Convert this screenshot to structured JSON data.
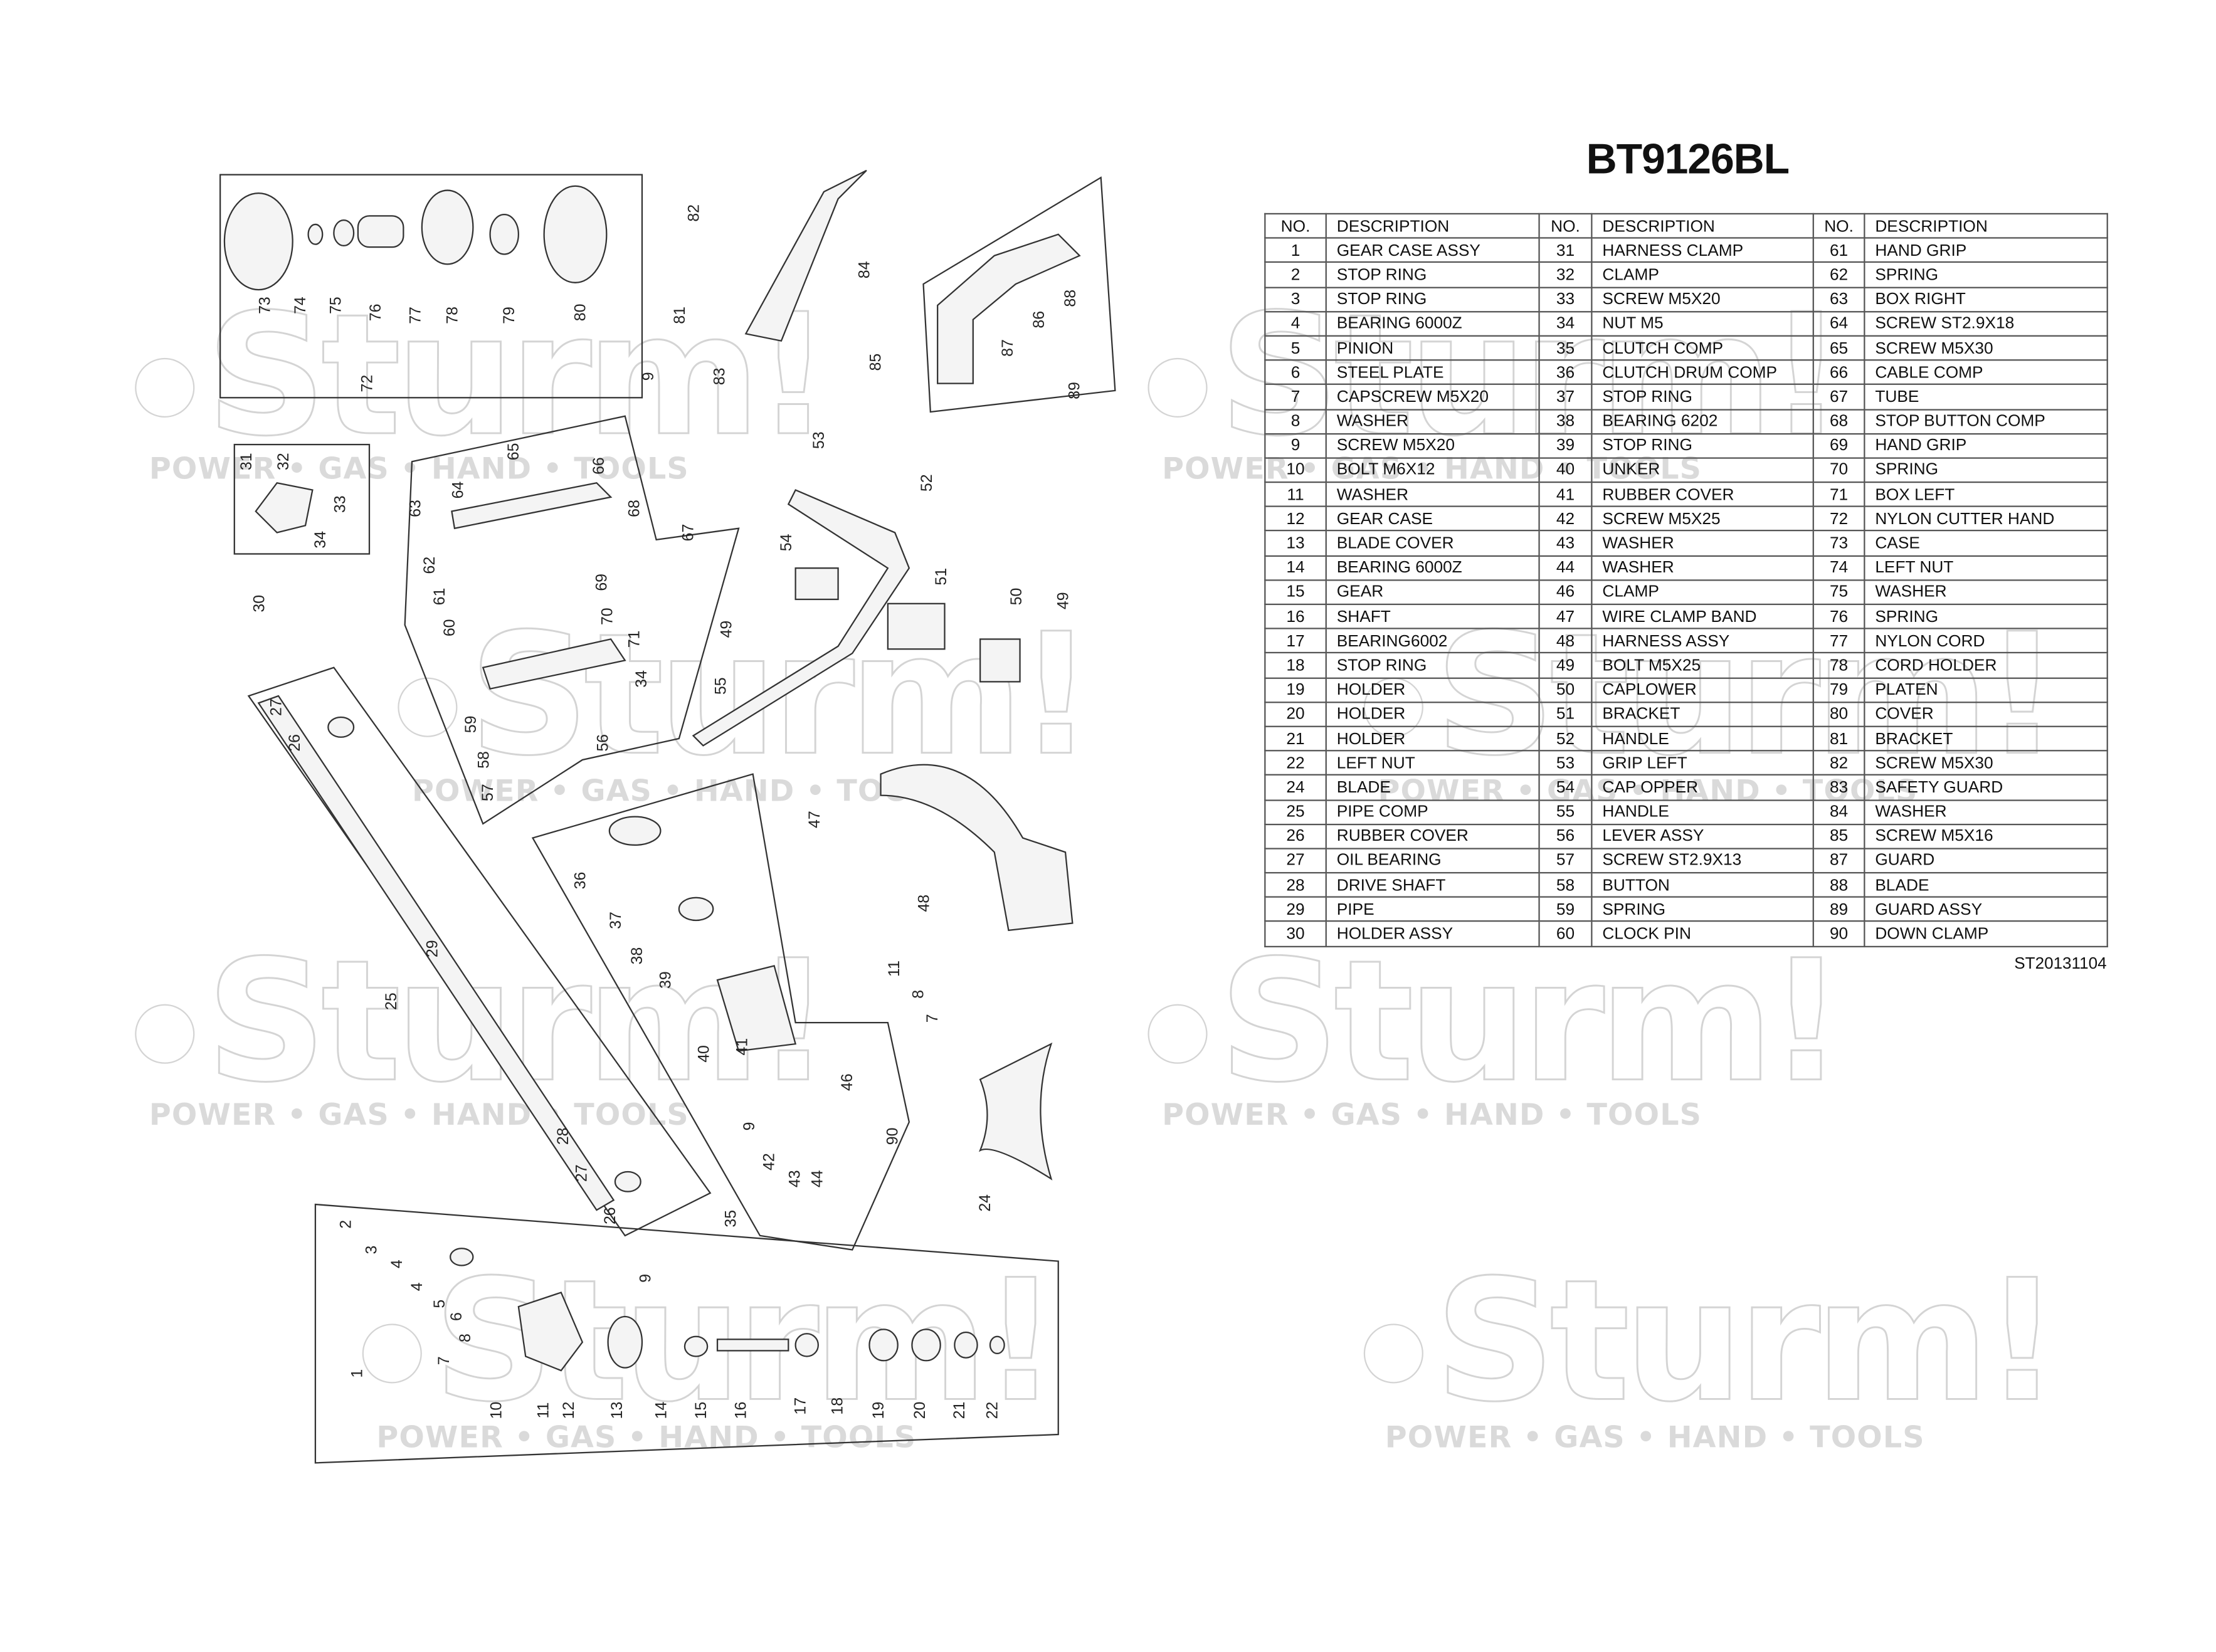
{
  "watermark": {
    "logo": "Sturm!",
    "tagline": "POWER • GAS • HAND • TOOLS"
  },
  "title": "BT9126BL",
  "table": {
    "headers": [
      "NO.",
      "DESCRIPTION",
      "NO.",
      "DESCRIPTION",
      "NO.",
      "DESCRIPTION"
    ],
    "rows": [
      [
        "1",
        "GEAR CASE ASSY",
        "31",
        "HARNESS CLAMP",
        "61",
        "HAND GRIP"
      ],
      [
        "2",
        "STOP RING",
        "32",
        "CLAMP",
        "62",
        "SPRING"
      ],
      [
        "3",
        "STOP RING",
        "33",
        "SCREW M5X20",
        "63",
        "BOX RIGHT"
      ],
      [
        "4",
        "BEARING 6000Z",
        "34",
        "NUT M5",
        "64",
        "SCREW ST2.9X18"
      ],
      [
        "5",
        "PINION",
        "35",
        "CLUTCH COMP",
        "65",
        "SCREW M5X30"
      ],
      [
        "6",
        "STEEL PLATE",
        "36",
        "CLUTCH DRUM COMP",
        "66",
        "CABLE COMP"
      ],
      [
        "7",
        "CAPSCREW M5X20",
        "37",
        "STOP RING",
        "67",
        "TUBE"
      ],
      [
        "8",
        "WASHER",
        "38",
        "BEARING 6202",
        "68",
        "STOP BUTTON COMP"
      ],
      [
        "9",
        "SCREW M5X20",
        "39",
        "STOP RING",
        "69",
        "HAND GRIP"
      ],
      [
        "10",
        "BOLT M6X12",
        "40",
        "UNKER",
        "70",
        "SPRING"
      ],
      [
        "11",
        "WASHER",
        "41",
        "RUBBER COVER",
        "71",
        "BOX LEFT"
      ],
      [
        "12",
        "GEAR CASE",
        "42",
        "SCREW M5X25",
        "72",
        "NYLON CUTTER HAND"
      ],
      [
        "13",
        "BLADE COVER",
        "43",
        "WASHER",
        "73",
        "CASE"
      ],
      [
        "14",
        "BEARING 6000Z",
        "44",
        "WASHER",
        "74",
        "LEFT NUT"
      ],
      [
        "15",
        "GEAR",
        "46",
        "CLAMP",
        "75",
        "WASHER"
      ],
      [
        "16",
        "SHAFT",
        "47",
        "WIRE CLAMP BAND",
        "76",
        "SPRING"
      ],
      [
        "17",
        "BEARING6002",
        "48",
        "HARNESS ASSY",
        "77",
        "NYLON CORD"
      ],
      [
        "18",
        "STOP RING",
        "49",
        "BOLT M5X25",
        "78",
        "CORD HOLDER"
      ],
      [
        "19",
        "HOLDER",
        "50",
        "CAPLOWER",
        "79",
        "PLATEN"
      ],
      [
        "20",
        "HOLDER",
        "51",
        "BRACKET",
        "80",
        "COVER"
      ],
      [
        "21",
        "HOLDER",
        "52",
        "HANDLE",
        "81",
        "BRACKET"
      ],
      [
        "22",
        "LEFT NUT",
        "53",
        "GRIP LEFT",
        "82",
        "SCREW M5X30"
      ],
      [
        "24",
        "BLADE",
        "54",
        "CAP OPPER",
        "83",
        "SAFETY GUARD"
      ],
      [
        "25",
        "PIPE COMP",
        "55",
        "HANDLE",
        "84",
        "WASHER"
      ],
      [
        "26",
        "RUBBER COVER",
        "56",
        "LEVER ASSY",
        "85",
        "SCREW M5X16"
      ],
      [
        "27",
        "OIL BEARING",
        "57",
        "SCREW ST2.9X13",
        "87",
        "GUARD"
      ],
      [
        "28",
        "DRIVE SHAFT",
        "58",
        "BUTTON",
        "88",
        "BLADE"
      ],
      [
        "29",
        "PIPE",
        "59",
        "SPRING",
        "89",
        "GUARD ASSY"
      ],
      [
        "30",
        "HOLDER ASSY",
        "60",
        "CLOCK PIN",
        "90",
        "DOWN CLAMP"
      ]
    ]
  },
  "doc_id": "ST20131104",
  "callouts": [
    "73",
    "74",
    "75",
    "76",
    "77",
    "78",
    "79",
    "80",
    "72",
    "82",
    "81",
    "9",
    "83",
    "84",
    "85",
    "86",
    "88",
    "87",
    "89",
    "31",
    "32",
    "33",
    "34",
    "30",
    "65",
    "66",
    "63",
    "64",
    "62",
    "61",
    "68",
    "67",
    "69",
    "70",
    "60",
    "71",
    "34",
    "59",
    "58",
    "57",
    "56",
    "53",
    "52",
    "54",
    "49",
    "51",
    "50",
    "49",
    "55",
    "27",
    "26",
    "47",
    "48",
    "36",
    "37",
    "38",
    "39",
    "40",
    "41",
    "46",
    "90",
    "11",
    "8",
    "7",
    "9",
    "42",
    "43",
    "44",
    "35",
    "24",
    "29",
    "25",
    "28",
    "27",
    "26",
    "2",
    "3",
    "4",
    "4",
    "5",
    "6",
    "7",
    "8",
    "9",
    "10",
    "11",
    "12",
    "13",
    "14",
    "15",
    "16",
    "17",
    "18",
    "19",
    "20",
    "21",
    "22",
    "1"
  ]
}
